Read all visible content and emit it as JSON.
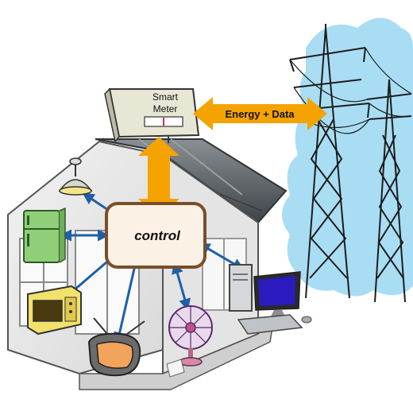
{
  "meter": {
    "line1": "Smart",
    "line2": "Meter"
  },
  "link_label": "Energy + Data",
  "control_label": "control",
  "colors": {
    "arrow_orange": "#F5A300",
    "arrow_blue": "#1F5FA8",
    "sky": "#A9DDF3",
    "roof_dark": "#555A5E",
    "control_fill": "#FBF1E4",
    "control_border": "#7A4E2A"
  },
  "devices": [
    {
      "name": "ceiling-lamp",
      "icon": "ceiling-lamp-icon"
    },
    {
      "name": "refrigerator",
      "icon": "refrigerator-icon"
    },
    {
      "name": "microwave",
      "icon": "microwave-icon"
    },
    {
      "name": "television",
      "icon": "tv-icon"
    },
    {
      "name": "fan",
      "icon": "fan-icon"
    },
    {
      "name": "computer",
      "icon": "computer-icon"
    }
  ]
}
